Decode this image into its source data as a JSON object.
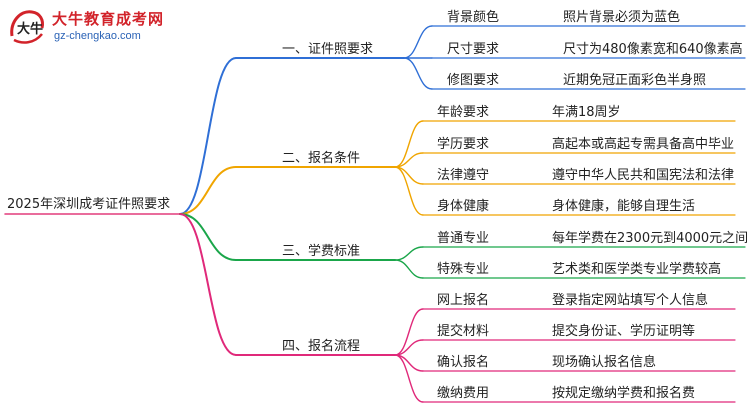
{
  "logo": {
    "title": "大牛教育成考网",
    "url": "gz-chengkao.com",
    "badge_text": "大牛"
  },
  "colors": {
    "b1": "#2f6fd6",
    "b2": "#f0a500",
    "b3": "#1aa64a",
    "b4": "#e0297a",
    "root_line": "#e23b7c"
  },
  "root": "2025年深圳成考证件照要求",
  "branches": [
    {
      "title": "一、证件照要求",
      "items": [
        {
          "label": "背景颜色",
          "value": "照片背景必须为蓝色"
        },
        {
          "label": "尺寸要求",
          "value": "尺寸为480像素宽和640像素高"
        },
        {
          "label": "修图要求",
          "value": "近期免冠正面彩色半身照"
        }
      ]
    },
    {
      "title": "二、报名条件",
      "items": [
        {
          "label": "年龄要求",
          "value": "年满18周岁"
        },
        {
          "label": "学历要求",
          "value": "高起本或高起专需具备高中毕业"
        },
        {
          "label": "法律遵守",
          "value": "遵守中华人民共和国宪法和法律"
        },
        {
          "label": "身体健康",
          "value": "身体健康，能够自理生活"
        }
      ]
    },
    {
      "title": "三、学费标准",
      "items": [
        {
          "label": "普通专业",
          "value": "每年学费在2300元到4000元之间"
        },
        {
          "label": "特殊专业",
          "value": "艺术类和医学类专业学费较高"
        }
      ]
    },
    {
      "title": "四、报名流程",
      "items": [
        {
          "label": "网上报名",
          "value": "登录指定网站填写个人信息"
        },
        {
          "label": "提交材料",
          "value": "提交身份证、学历证明等"
        },
        {
          "label": "确认报名",
          "value": "现场确认报名信息"
        },
        {
          "label": "缴纳费用",
          "value": "按规定缴纳学费和报名费"
        }
      ]
    }
  ]
}
